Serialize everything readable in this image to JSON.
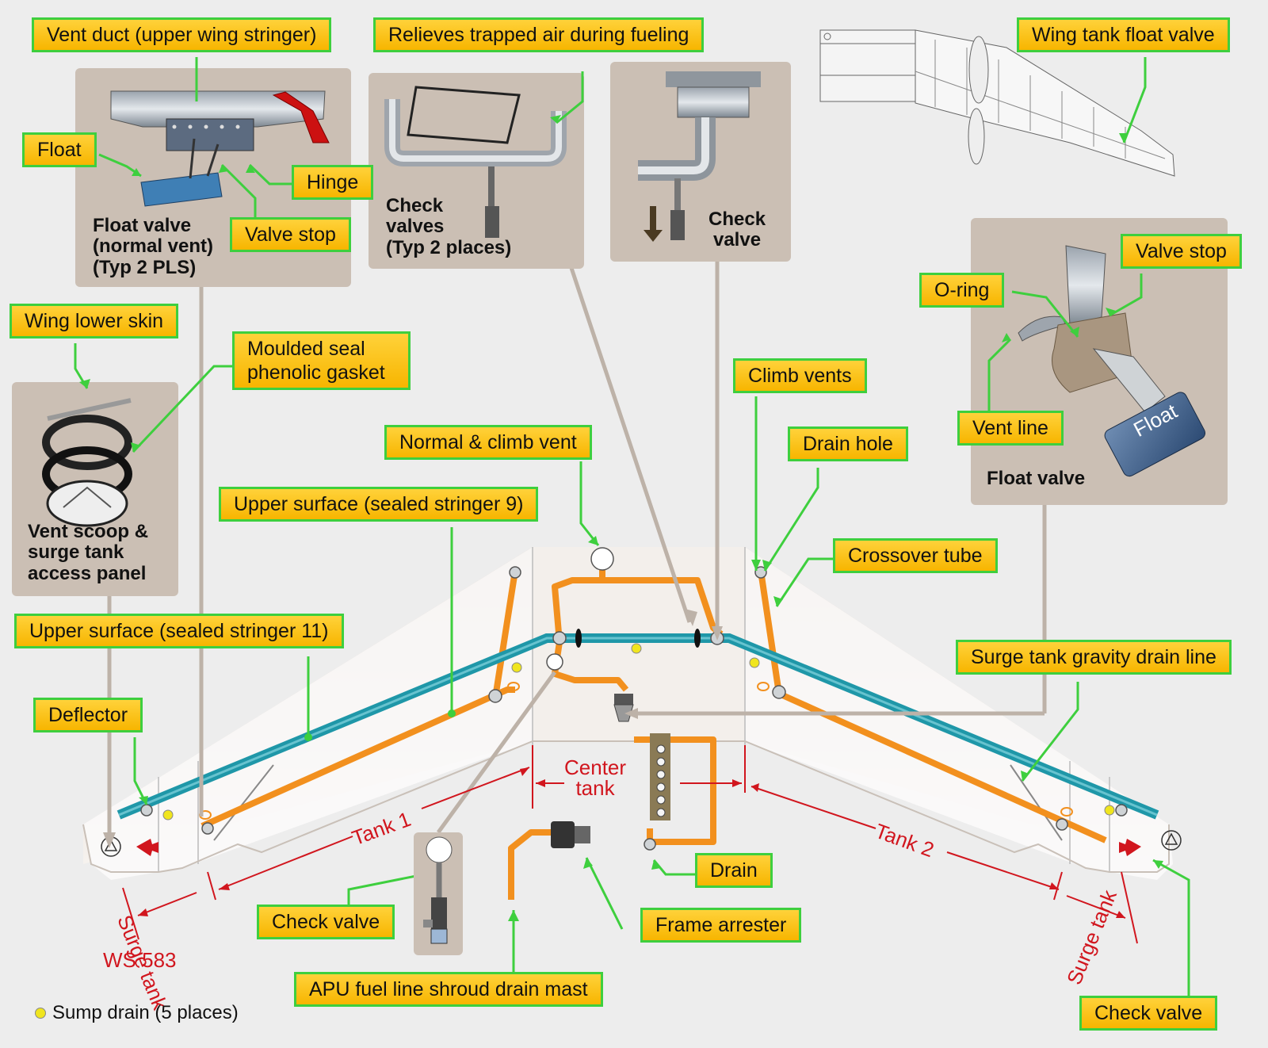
{
  "labels": {
    "vent_duct": "Vent duct (upper wing stringer)",
    "relieves": "Relieves trapped air during fueling",
    "wing_tank_float_valve": "Wing tank float valve",
    "float": "Float",
    "hinge": "Hinge",
    "valve_stop_left": "Valve stop",
    "valve_stop_right": "Valve stop",
    "o_ring": "O-ring",
    "vent_line": "Vent line",
    "wing_lower_skin": "Wing lower skin",
    "moulded_seal_1": "Moulded seal",
    "moulded_seal_2": "phenolic gasket",
    "climb_vents": "Climb vents",
    "normal_climb_vent": "Normal & climb vent",
    "drain_hole": "Drain hole",
    "upper_surface_9": "Upper surface (sealed stringer 9)",
    "crossover_tube": "Crossover tube",
    "upper_surface_11": "Upper surface (sealed stringer 11)",
    "surge_tank_gravity_drain_line": "Surge tank gravity drain line",
    "deflector": "Deflector",
    "drain": "Drain",
    "check_valve_bottom": "Check valve",
    "frame_arrester": "Frame arrester",
    "apu_drain_mast": "APU fuel line shroud drain mast",
    "check_valve_right": "Check valve"
  },
  "captions": {
    "float_valve_normal": "Float valve\n(normal vent)\n(Typ 2 PLS)",
    "check_valves_typ": "Check\nvalves\n(Typ 2 places)",
    "check_valve_top": "Check\nvalve",
    "float_valve_right": "Float valve",
    "vent_scoop": "Vent scoop &\nsurge tank\naccess panel",
    "float_text": "Float"
  },
  "dimensions": {
    "center_tank": "Center\ntank",
    "tank1": "Tank 1",
    "tank2": "Tank 2",
    "surge_tank_left": "Surge tank",
    "surge_tank_right": "Surge tank",
    "ws583": "WS 583"
  },
  "legend": {
    "sump_drain": "Sump drain (5 places)"
  },
  "colors": {
    "label_fill": "#f7b500",
    "label_border": "#3ecf3e",
    "leader": "#3ecf3e",
    "vent_pipe": "#1f97a8",
    "fuel_line": "#f2901e",
    "dimension": "#d1161e",
    "panel": "#cbbfb4"
  }
}
